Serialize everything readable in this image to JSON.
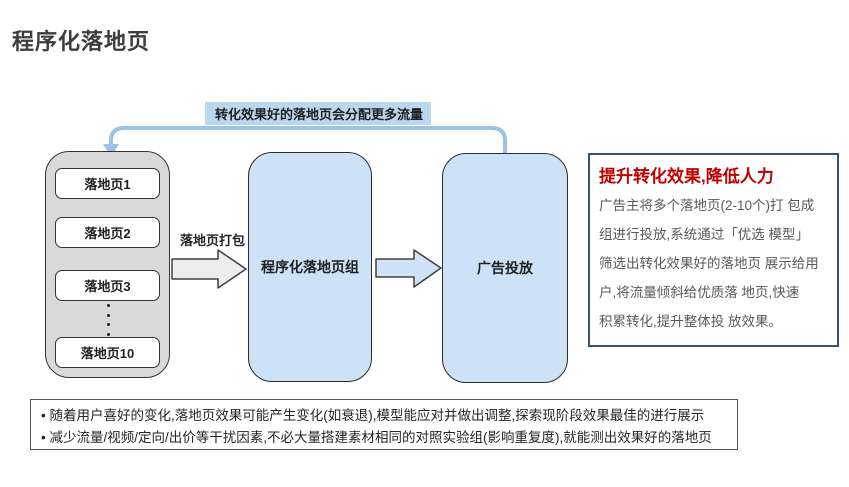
{
  "page": {
    "title": "程序化落地页"
  },
  "diagram": {
    "feedback_label": "转化效果好的落地页会分配更多流量",
    "landing_pages": [
      "落地页1",
      "落地页2",
      "落地页3",
      "落地页10"
    ],
    "pack_arrow_label": "落地页打包",
    "group_box_label": "程序化落地页组",
    "delivery_box_label": "广告投放"
  },
  "info_box": {
    "title": "提升转化效果,降低人力",
    "body_lines": [
      "广告主将多个落地页(2-10个)打 包成",
      "组进行投放,系统通过「优选 模型」",
      "筛选出转化效果好的落地页 展示给用",
      "户,将流量倾斜给优质落 地页,快速",
      "积累转化,提升整体投 放效果。"
    ]
  },
  "notes": {
    "bullets": [
      "• 随着用户喜好的变化,落地页效果可能产生变化(如衰退),模型能应对并做出调整,探索现阶段效果最佳的进行展示",
      "• 减少流量/视频/定向/出价等干扰因素,不必大量搭建素材相同的对照实验组(影响重复度),就能测出效果好的落地页"
    ]
  },
  "colors": {
    "title_text": "#3d3d3d",
    "accent_red": "#c00000",
    "info_border_navy": "#35507a",
    "process_fill_blue": "#cde2f7",
    "stack_fill_gray": "#d9d9d9",
    "feedback_line_blue": "#9cc3e5",
    "feedback_highlight": "#b9d7ee",
    "body_text_gray": "#595959"
  }
}
